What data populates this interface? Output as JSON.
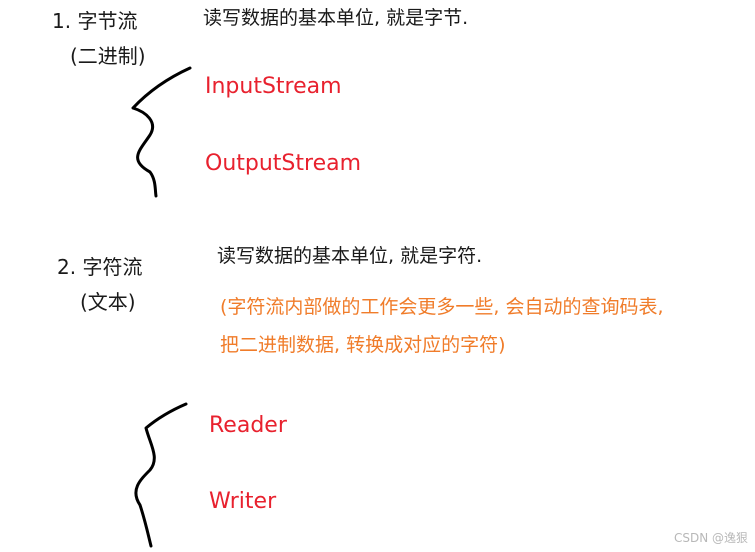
{
  "section1": {
    "heading": "1. 字节流",
    "subheading": "(二进制)",
    "description": "读写数据的基本单位, 就是字节.",
    "classes": [
      "InputStream",
      "OutputStream"
    ]
  },
  "section2": {
    "heading": "2. 字符流",
    "subheading": "(文本)",
    "description": "读写数据的基本单位, 就是字符.",
    "note_lines": [
      "(字符流内部做的工作会更多一些, 会自动的查询码表,",
      "把二进制数据, 转换成对应的字符)"
    ],
    "classes": [
      "Reader",
      "Writer"
    ]
  },
  "watermark": "CSDN @逸狠",
  "colors": {
    "text": "#1a1a1a",
    "class_name": "#e8212e",
    "note": "#f07c2a",
    "brace": "#000000",
    "watermark": "#b8b8b8"
  },
  "icons": [
    "handwritten-brace-icon",
    "handwritten-brace-icon"
  ]
}
